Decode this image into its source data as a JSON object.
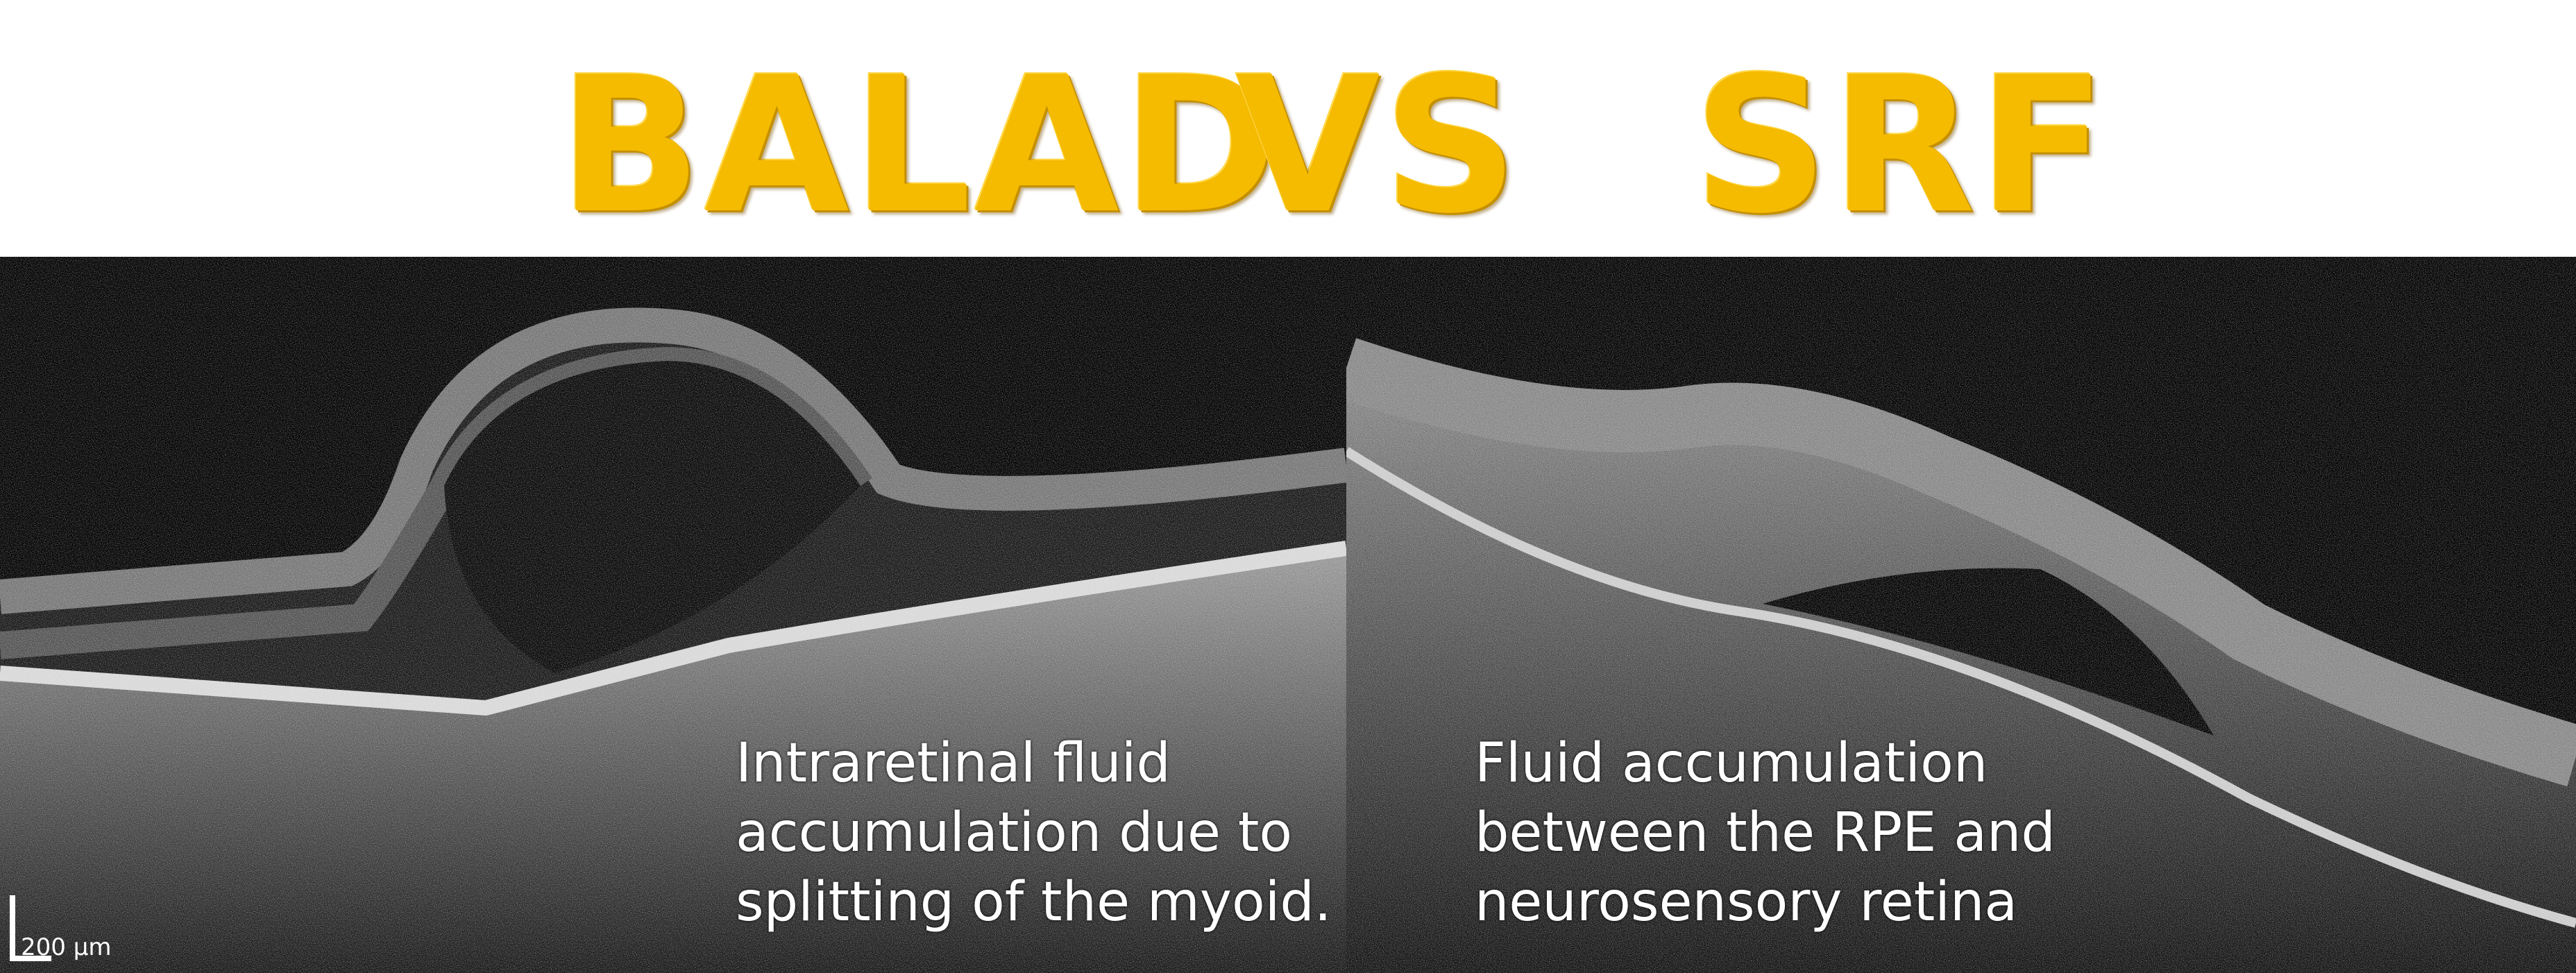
{
  "title": {
    "left": "BALAD",
    "middle": "VS",
    "right": "SRF"
  },
  "left_panel": {
    "caption": [
      "Intraretinal fluid",
      "accumulation due to",
      "splitting of the myoid."
    ],
    "scale_bar": "200 µm"
  },
  "right_panel": {
    "caption": [
      "Fluid accumulation",
      "between the RPE and",
      "neurosensory retina"
    ]
  },
  "colors": {
    "title": "#f5bb00",
    "background": "#ffffff",
    "scan": "#050505"
  }
}
